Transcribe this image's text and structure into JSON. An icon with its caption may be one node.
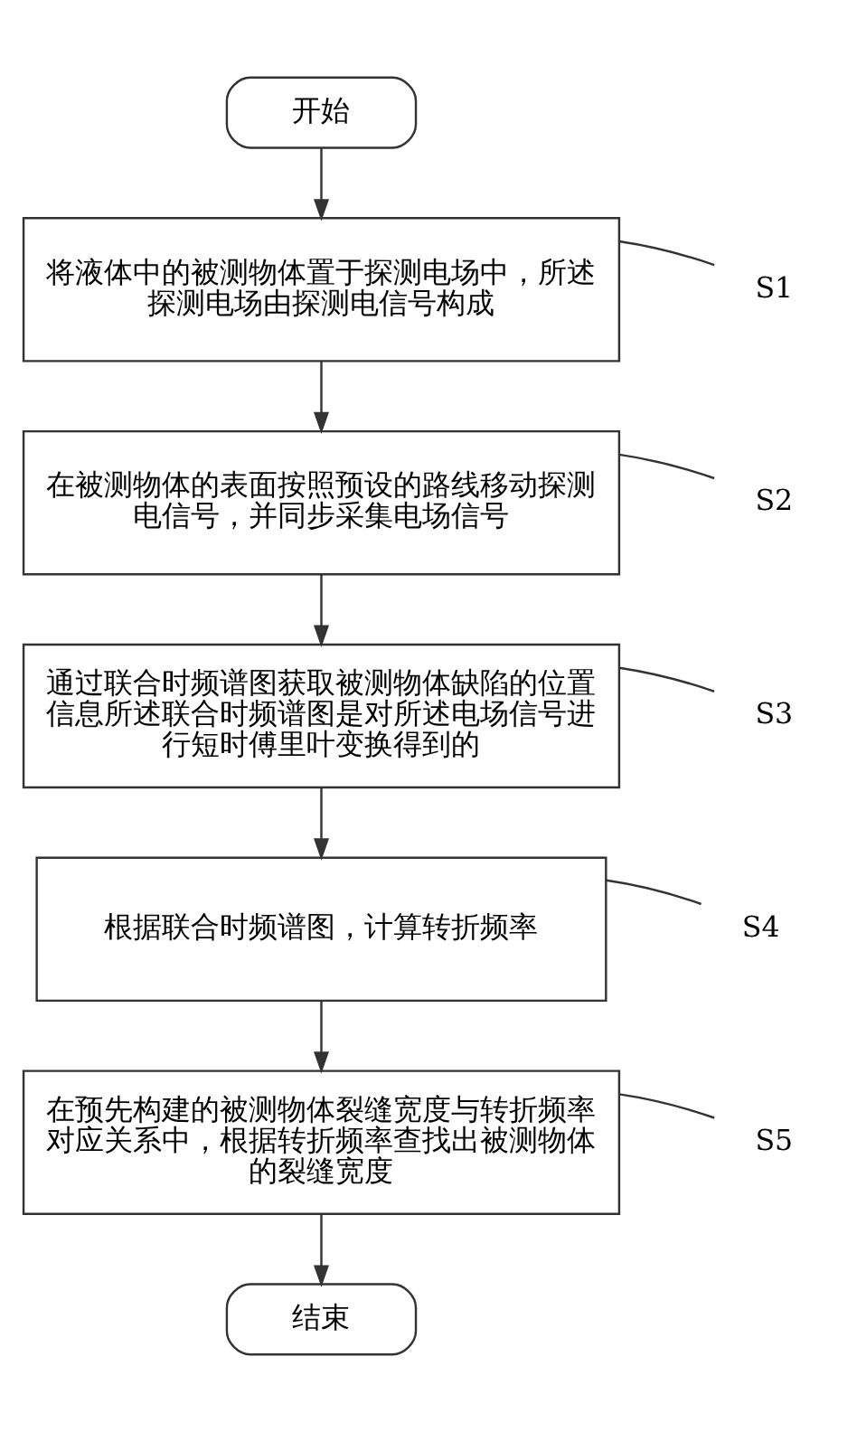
{
  "diagram": {
    "nodes": [
      {
        "text": [
          "开始"
        ]
      },
      {
        "text": [
          "将液体中的被测物体置于探测电场中，所述探测电场由探测电信号构成"
        ]
      },
      {
        "text": [
          "在被测物体的表面按照预设的路线移动探测电信号，并同步采集电场信号"
        ]
      },
      {
        "text": [
          "通过联合时频谱图获取被测物体缺陷的位置信息所述联合时频谱图是对所述电场信号进行短时傅里叶变换得到的"
        ]
      },
      {
        "text": [
          "根据联合时频谱图，计算转折频率"
        ]
      },
      {
        "text": [
          "在预先构建的被测物体裂缝宽度与转折频率对应关系中，根据转折频率查找出被测物体的裂缝宽度"
        ]
      },
      {
        "text": [
          "结束"
        ]
      },
      {
        "text": [
          "S1"
        ]
      },
      {
        "text": [
          "S2"
        ]
      },
      {
        "text": [
          "S3"
        ]
      },
      {
        "text": [
          "S4"
        ]
      },
      {
        "text": [
          "S5"
        ]
      }
    ],
    "edges": [
      {
        "from": 0,
        "to": 1,
        "arrow": "to"
      },
      {
        "from": 1,
        "to": 2,
        "arrow": "to"
      },
      {
        "from": 2,
        "to": 3,
        "arrow": "to"
      },
      {
        "from": 3,
        "to": 4,
        "arrow": "to"
      },
      {
        "from": 4,
        "to": 5,
        "arrow": "to"
      },
      {
        "from": 5,
        "to": 6,
        "arrow": "to"
      },
      {
        "from": 7,
        "to": 1,
        "arrow": "none"
      },
      {
        "from": 8,
        "to": 2,
        "arrow": "none"
      },
      {
        "from": 9,
        "to": 3,
        "arrow": "none"
      },
      {
        "from": 10,
        "to": 4,
        "arrow": "none"
      },
      {
        "from": 11,
        "to": 5,
        "arrow": "none"
      }
    ]
  }
}
